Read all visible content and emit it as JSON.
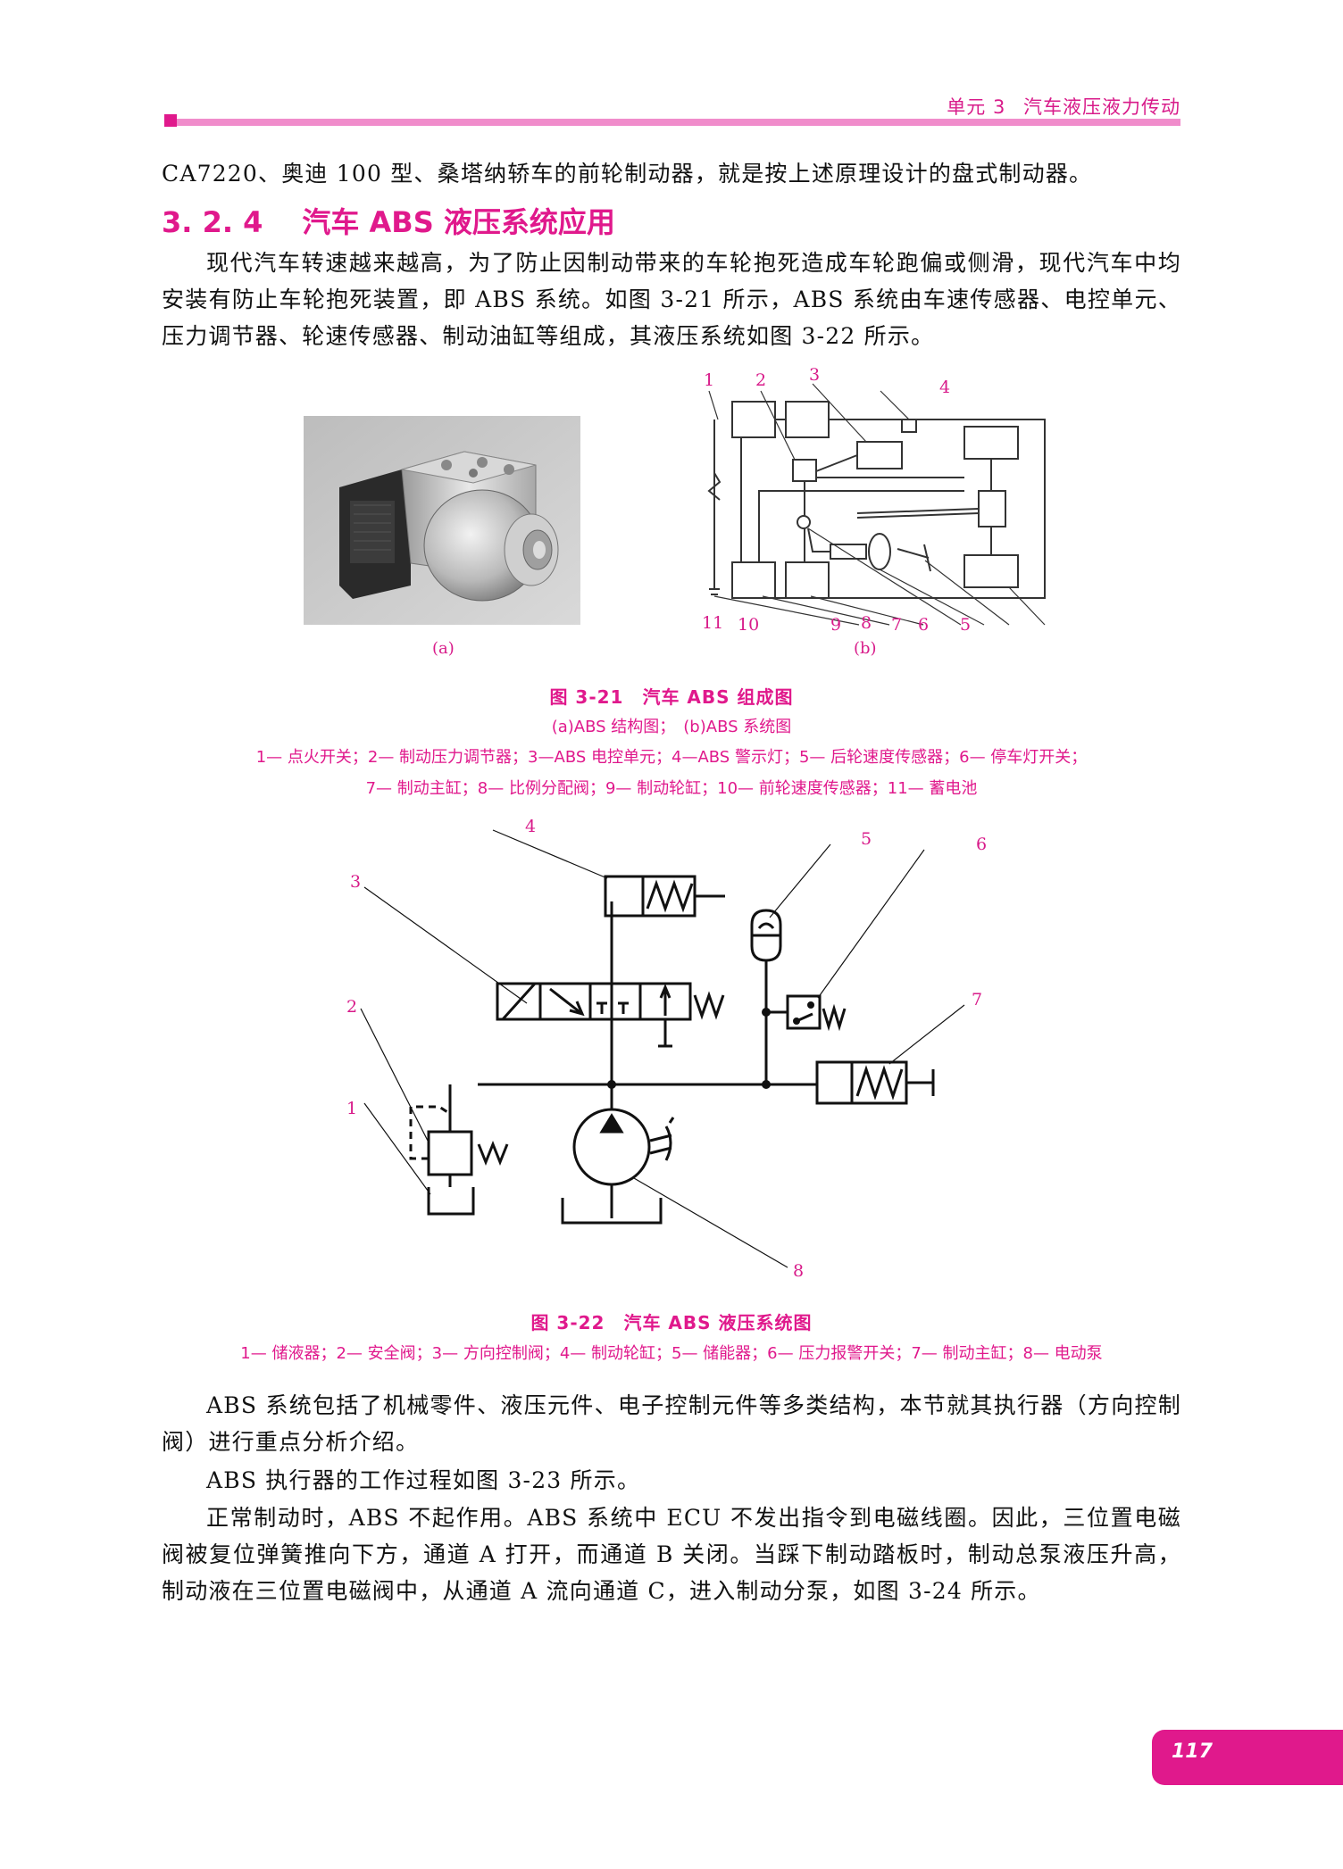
{
  "header": {
    "unit": "单元 3",
    "title": "汽车液压液力传动"
  },
  "intro_line": "CA7220、奥迪 100 型、桑塔纳轿车的前轮制动器，就是按上述原理设计的盘式制动器。",
  "section": {
    "number": "3. 2. 4",
    "title": "汽车 ABS 液压系统应用"
  },
  "paragraph_1": "现代汽车转速越来越高，为了防止因制动带来的车轮抱死造成车轮跑偏或侧滑，现代汽车中均安装有防止车轮抱死装置，即 ABS 系统。如图 3-21 所示，ABS 系统由车速传感器、电控单元、压力调节器、轮速传感器、制动油缸等组成，其液压系统如图 3-22 所示。",
  "figure_21": {
    "label_a": "(a)",
    "label_b": "(b)",
    "callouts": [
      "1",
      "2",
      "3",
      "4",
      "5",
      "6",
      "7",
      "8",
      "9",
      "10",
      "11"
    ],
    "title": "图 3-21　汽车 ABS 组成图",
    "subtitle": "(a)ABS 结构图；　(b)ABS 系统图",
    "legend_1": "1— 点火开关；2— 制动压力调节器；3—ABS 电控单元；4—ABS 警示灯；5— 后轮速度传感器；6— 停车灯开关；",
    "legend_2": "7— 制动主缸；8— 比例分配阀；9— 制动轮缸；10— 前轮速度传感器；11— 蓄电池"
  },
  "figure_22": {
    "callouts": [
      "1",
      "2",
      "3",
      "4",
      "5",
      "6",
      "7",
      "8"
    ],
    "title": "图 3-22　汽车 ABS 液压系统图",
    "legend": "1— 储液器；2— 安全阀；3— 方向控制阀；4— 制动轮缸；5— 储能器；6— 压力报警开关；7— 制动主缸；8— 电动泵"
  },
  "paragraph_2": "ABS 系统包括了机械零件、液压元件、电子控制元件等多类结构，本节就其执行器（方向控制阀）进行重点分析介绍。",
  "paragraph_3": "ABS 执行器的工作过程如图 3-23 所示。",
  "paragraph_4": "正常制动时，ABS 不起作用。ABS 系统中 ECU 不发出指令到电磁线圈。因此，三位置电磁阀被复位弹簧推向下方，通道 A 打开，而通道 B 关闭。当踩下制动踏板时，制动总泵液压升高，制动液在三位置电磁阀中，从通道 A 流向通道 C，进入制动分泵，如图 3-24 所示。",
  "page_number": "117",
  "colors": {
    "accent": "#e0198c",
    "header_rule": "#f08ccb"
  }
}
